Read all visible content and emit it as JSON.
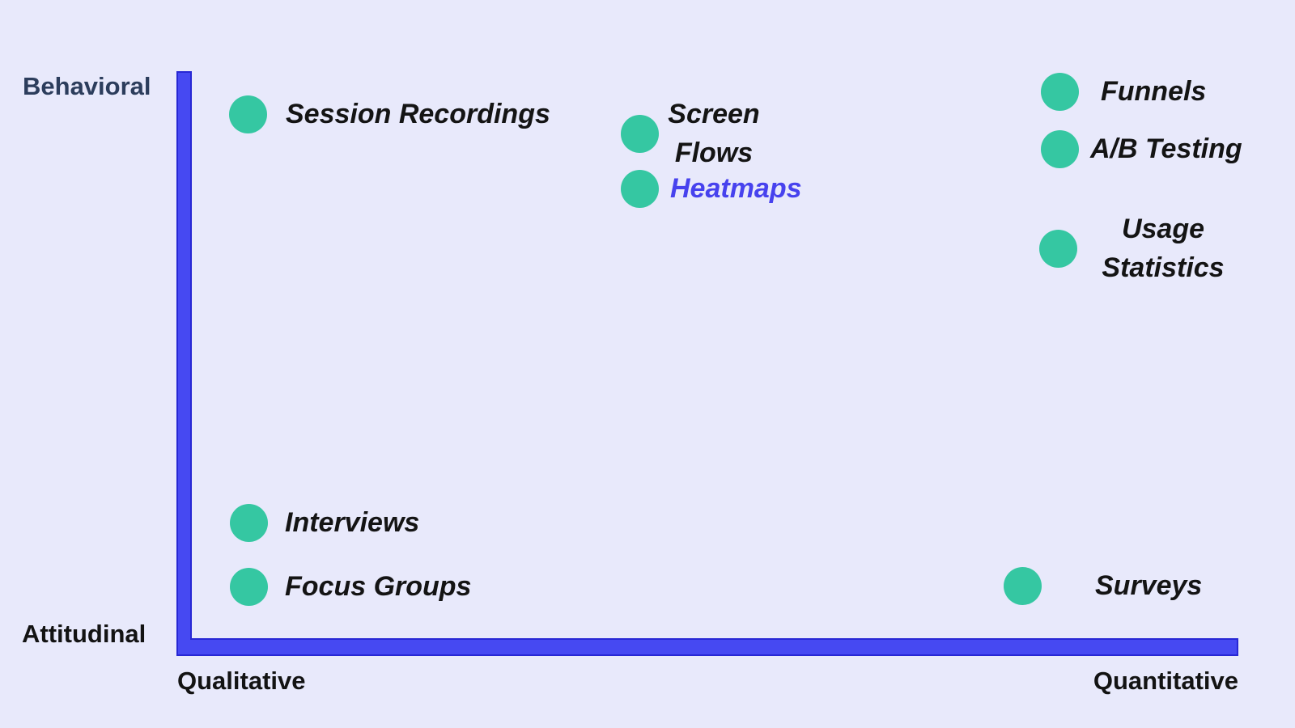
{
  "chart_data": {
    "type": "scatter",
    "title": "",
    "description": "Quadrant map of UX research methods",
    "y_axis": {
      "top_label": "Behavioral",
      "bottom_label": "Attitudinal",
      "range": [
        0,
        1
      ]
    },
    "x_axis": {
      "left_label": "Qualitative",
      "right_label": "Quantitative",
      "range": [
        0,
        1
      ]
    },
    "grid": false,
    "legend": false,
    "points": [
      {
        "label": "Session Recordings",
        "x": 0.07,
        "y": 0.93,
        "is_link": false
      },
      {
        "label": "Screen Flows",
        "x": 0.44,
        "y": 0.93,
        "is_link": false
      },
      {
        "label": "Heatmaps",
        "x": 0.44,
        "y": 0.8,
        "is_link": true
      },
      {
        "label": "Funnels",
        "x": 0.83,
        "y": 0.97,
        "is_link": false
      },
      {
        "label": "A/B Testing",
        "x": 0.83,
        "y": 0.87,
        "is_link": false
      },
      {
        "label": "Usage Statistics",
        "x": 0.83,
        "y": 0.73,
        "is_link": false
      },
      {
        "label": "Interviews",
        "x": 0.07,
        "y": 0.23,
        "is_link": false
      },
      {
        "label": "Focus Groups",
        "x": 0.07,
        "y": 0.12,
        "is_link": false
      },
      {
        "label": "Surveys",
        "x": 0.8,
        "y": 0.12,
        "is_link": false
      }
    ],
    "colors": {
      "background": "#e8e9fb",
      "axis_fill": "#4649f2",
      "axis_stroke": "#2727d4",
      "point_fill": "#35c7a2",
      "label_text": "#141414",
      "behavioral_label_text": "#2c3d5c",
      "link_text": "#4742ee"
    }
  }
}
